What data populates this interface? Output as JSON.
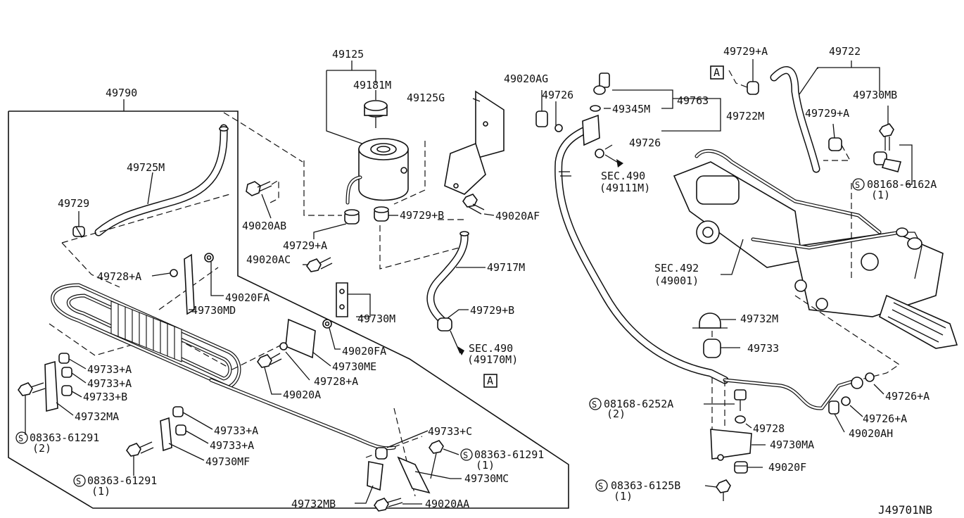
{
  "diagram_code": "J49701NB",
  "markers": {
    "a_top": "A",
    "a_lower": "A"
  },
  "labels": {
    "p49790": "49790",
    "p49725M": "49725M",
    "p49729": "49729",
    "p49020AB": "49020AB",
    "p49729A_left": "49729+A",
    "p49020AC": "49020AC",
    "p49728A_top": "49728+A",
    "p49020FA_top": "49020FA",
    "p49730MD": "49730MD",
    "p49730M": "49730M",
    "p49020FA_mid": "49020FA",
    "p49730ME": "49730ME",
    "p49728A_mid": "49728+A",
    "p49020A": "49020A",
    "p49733A_1": "49733+A",
    "p49733A_2": "49733+A",
    "p49733B": "49733+B",
    "p49732MA": "49732MA",
    "s08363_61291_left": "08363-61291",
    "s08363_61291_left_qty": "(2)",
    "p49733A_3": "49733+A",
    "p49733A_4": "49733+A",
    "p49730MF": "49730MF",
    "s08363_61291_bottom": "08363-61291",
    "s08363_61291_bottom_qty": "(1)",
    "p49732MB": "49732MB",
    "p49020AA": "49020AA",
    "p49733C": "49733+C",
    "s08363_61291_mid": "08363-61291",
    "s08363_61291_mid_qty": "(1)",
    "p49730MC": "49730MC",
    "p49125": "49125",
    "p49181M": "49181M",
    "p49125G": "49125G",
    "p49729B_top": "49729+B",
    "p49020AF": "49020AF",
    "p49717M": "49717M",
    "p49729B_low": "49729+B",
    "sec490_low": "SEC.490",
    "sec490_low_ref": "(49170M)",
    "p49020AG": "49020AG",
    "p49726_top": "49726",
    "p49345M": "49345M",
    "p49763": "49763",
    "p49722M": "49722M",
    "p49726_mid": "49726",
    "sec490_top": "SEC.490",
    "sec490_top_ref": "(49111M)",
    "p49729A_right_top": "49729+A",
    "p49722": "49722",
    "p49730MB": "49730MB",
    "p49729A_right": "49729+A",
    "s08168_6162A": "08168-6162A",
    "s08168_6162A_qty": "(1)",
    "sec492": "SEC.492",
    "sec492_ref": "(49001)",
    "p49732M": "49732M",
    "p49733": "49733",
    "s08168_6252A": "08168-6252A",
    "s08168_6252A_qty": "(2)",
    "p49728": "49728",
    "p49730MA": "49730MA",
    "p49020F": "49020F",
    "s08363_6125B": "08363-6125B",
    "s08363_6125B_qty": "(1)",
    "p49726A_1": "49726+A",
    "p49726A_2": "49726+A",
    "p49020AH": "49020AH"
  }
}
